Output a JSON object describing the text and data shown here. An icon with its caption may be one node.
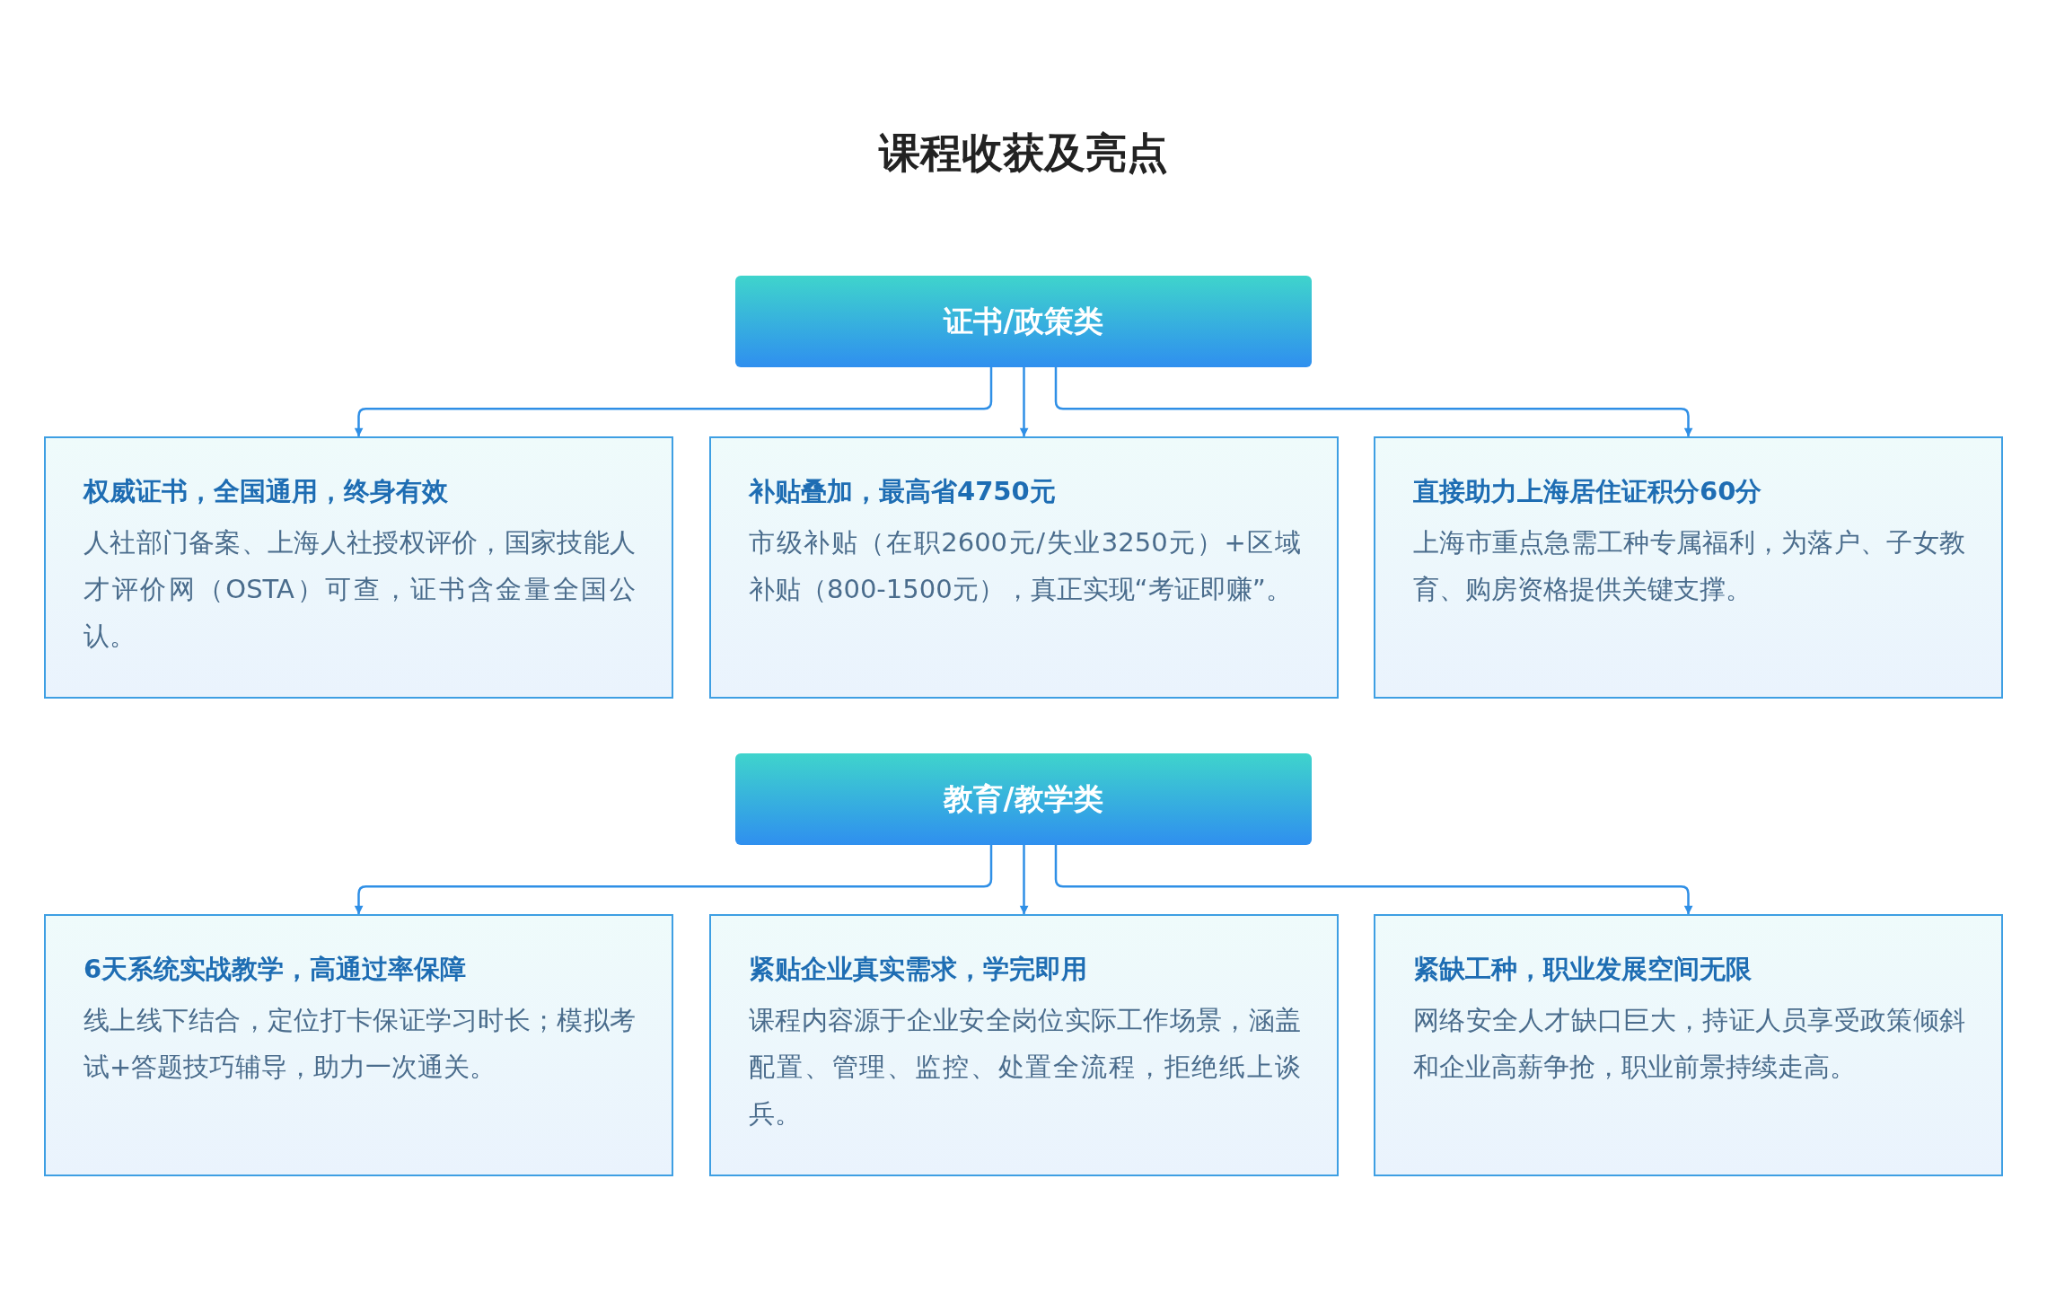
{
  "diagram": {
    "title": "课程收获及亮点",
    "nodes": [
      {
        "text": [
          "证书/政策类"
        ]
      },
      {
        "text": [
          "权威证书，全国通用，终身有效",
          "人社部门备案、上海人社授权评价，国家技能人才评价网（OSTA）可查，证书含金量全国公认。"
        ]
      },
      {
        "text": [
          "补贴叠加，最高省4750元",
          "市级补贴（在职2600元/失业3250元）+区域补贴（800-1500元），真正实现“考证即赚”。"
        ]
      },
      {
        "text": [
          "直接助力上海居住证积分60分",
          "上海市重点急需工种专属福利，为落户、子女教育、购房资格提供关键支撑。"
        ]
      },
      {
        "text": [
          "教育/教学类"
        ]
      },
      {
        "text": [
          "6天系统实战教学，高通过率保障",
          "线上线下结合，定位打卡保证学习时长；模拟考试+答题技巧辅导，助力一次通关。"
        ]
      },
      {
        "text": [
          "紧贴企业真实需求，学完即用",
          "课程内容源于企业安全岗位实际工作场景，涵盖配置、管理、监控、处置全流程，拒绝纸上谈兵。"
        ]
      },
      {
        "text": [
          "紧缺工种，职业发展空间无限",
          "网络安全人才缺口巨大，持证人员享受政策倾斜和企业高薪争抢，职业前景持续走高。"
        ]
      }
    ],
    "edges": [
      {
        "from": 0,
        "to": 1,
        "arrow": "to"
      },
      {
        "from": 0,
        "to": 2,
        "arrow": "to"
      },
      {
        "from": 0,
        "to": 3,
        "arrow": "to"
      },
      {
        "from": 4,
        "to": 5,
        "arrow": "to"
      },
      {
        "from": 4,
        "to": 6,
        "arrow": "to"
      },
      {
        "from": 4,
        "to": 7,
        "arrow": "to"
      }
    ]
  }
}
